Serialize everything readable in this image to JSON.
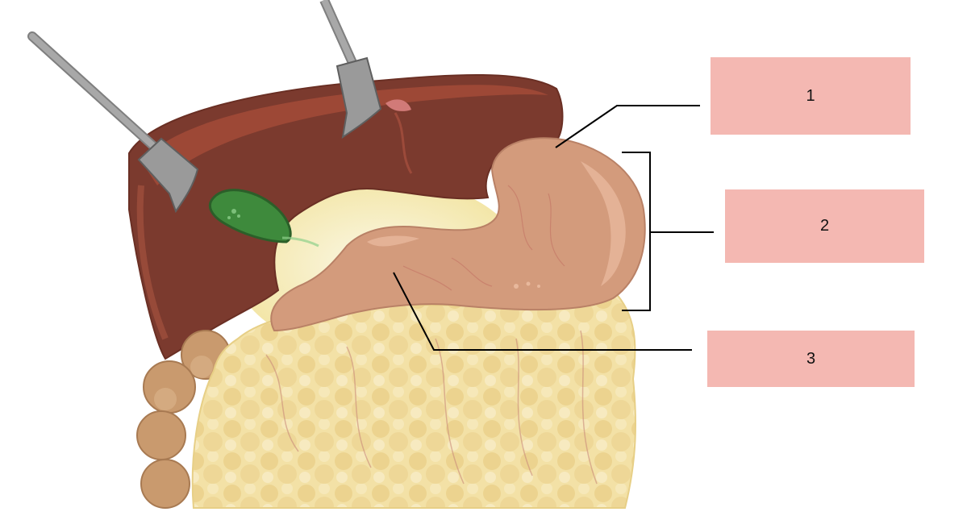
{
  "labels": [
    {
      "id": "1",
      "text": "1"
    },
    {
      "id": "2",
      "text": "2"
    },
    {
      "id": "3",
      "text": "3"
    }
  ],
  "colors": {
    "label_box": "#f4b8b2",
    "liver": "#7b3a2e",
    "liver_highlight": "#a14a37",
    "gallbladder": "#3e8a3c",
    "stomach": "#d39b7c",
    "stomach_highlight": "#e8b89c",
    "omentum": "#f1dc9a",
    "colon": "#c99a6e",
    "retractor": "#9a9a9a",
    "leader_line": "#000000"
  },
  "icons": [
    "retractor-left",
    "retractor-right",
    "liver",
    "gallbladder",
    "stomach",
    "greater-omentum",
    "colon"
  ]
}
